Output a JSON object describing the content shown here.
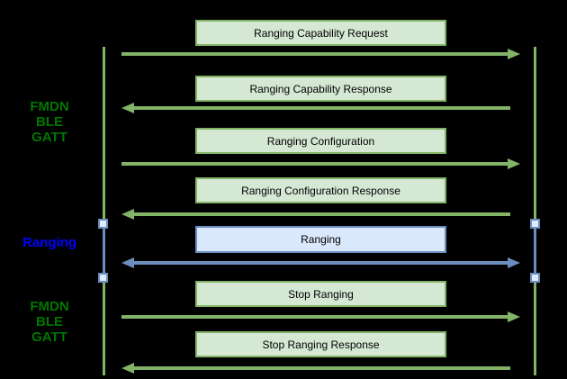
{
  "diagram": {
    "type": "sequence-diagram",
    "background": "#000000",
    "side_labels": [
      {
        "id": "fmdn-ble-gatt-top",
        "lines": [
          "FMDN",
          "BLE",
          "GATT"
        ],
        "theme": "green",
        "text_color": "#007700"
      },
      {
        "id": "ranging",
        "lines": [
          "Ranging"
        ],
        "theme": "blue",
        "text_color": "#0000ff"
      },
      {
        "id": "fmdn-ble-gatt-bottom",
        "lines": [
          "FMDN",
          "BLE",
          "GATT"
        ],
        "theme": "green",
        "text_color": "#007700"
      }
    ],
    "messages": [
      {
        "label": "Ranging Capability Request",
        "direction": "right",
        "theme": "green"
      },
      {
        "label": "Ranging Capability Response",
        "direction": "left",
        "theme": "green"
      },
      {
        "label": "Ranging Configuration",
        "direction": "right",
        "theme": "green"
      },
      {
        "label": "Ranging Configuration Response",
        "direction": "left",
        "theme": "green"
      },
      {
        "label": "Ranging",
        "direction": "both",
        "theme": "blue"
      },
      {
        "label": "Stop Ranging",
        "direction": "right",
        "theme": "green"
      },
      {
        "label": "Stop Ranging Response",
        "direction": "left",
        "theme": "green"
      }
    ],
    "lifelines": [
      {
        "id": "left-lifeline",
        "color": "#82b366",
        "ranging_segment_color": "#6c8ebf"
      },
      {
        "id": "right-lifeline",
        "color": "#82b366",
        "ranging_segment_color": "#6c8ebf"
      }
    ],
    "colors": {
      "green_fill": "#d5e8d4",
      "green_stroke": "#82b366",
      "blue_fill": "#dae8fc",
      "blue_stroke": "#6c8ebf",
      "activation_fill": "#dfeafc",
      "box_text": "#000000"
    }
  }
}
